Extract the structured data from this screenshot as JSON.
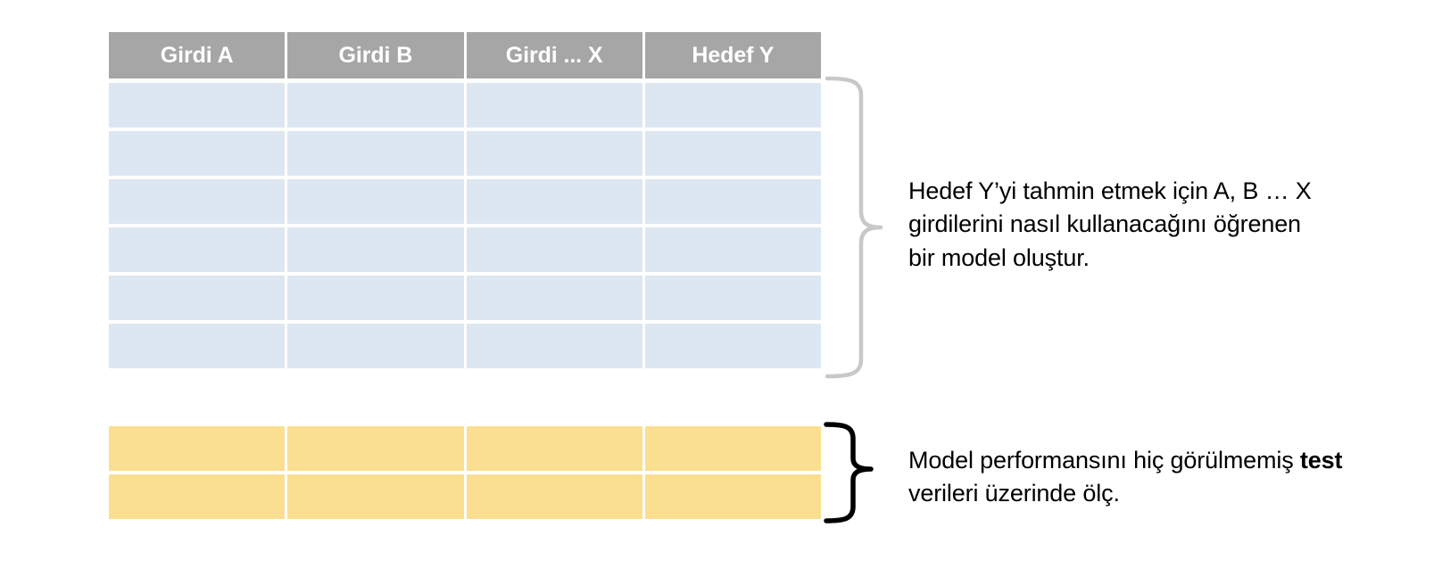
{
  "table_headers": [
    "Girdi A",
    "Girdi B",
    "Girdi ... X",
    "Hedef Y"
  ],
  "train_table": {
    "row_count": 6,
    "column_count": 4,
    "fill_color": "#dce7f2",
    "header_color": "#a6a6a6",
    "header_text_color": "#ffffff"
  },
  "test_table": {
    "row_count": 2,
    "column_count": 4,
    "fill_color": "#fadf90"
  },
  "annotations": {
    "train": {
      "brace_color": "#c8c8c8",
      "lines": [
        "Hedef Y’yi tahmin etmek için A, B … X",
        "girdilerini nasıl kullanacağını öğrenen",
        "bir model oluştur."
      ],
      "full_text": "Hedef Y’yi tahmin etmek için A, B … X girdilerini nasıl kullanacağını öğrenen bir model oluştur."
    },
    "test": {
      "brace_color": "#000000",
      "prefix": "Model performansını hiç görülmemiş ",
      "emphasis": "test",
      "suffix": " verileri üzerinde ölç.",
      "full_text": "Model performansını hiç görülmemiş test verileri üzerinde ölç."
    }
  }
}
